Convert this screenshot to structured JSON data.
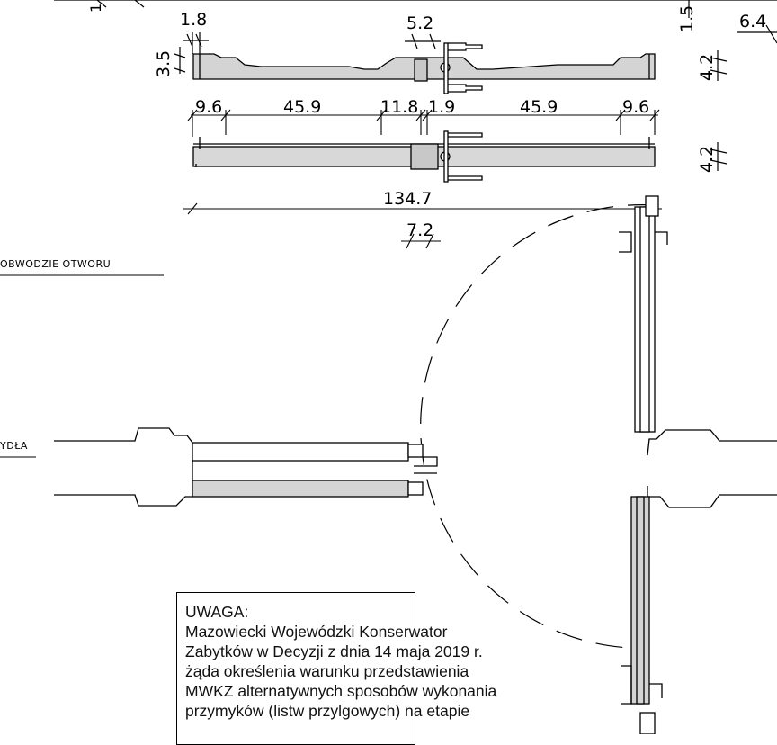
{
  "dimensions": {
    "top_left_small": "1",
    "d_1_8": "1.8",
    "d_5_2": "5.2",
    "d_1_5": "1.5",
    "d_6_4": "6.4",
    "d_3_5": "3.5",
    "d_4_2_a": "4.2",
    "d_4_2_b": "4.2",
    "d_9_6_left": "9.6",
    "d_45_9_left": "45.9",
    "d_11_8": "11.8",
    "d_1_9": "1.9",
    "d_45_9_right": "45.9",
    "d_9_6_right": "9.6",
    "d_134_7": "134.7",
    "d_7_2": "7.2"
  },
  "labels": {
    "opening_perimeter": "OBWODZIE OTWORU",
    "left_partial": "YDŁA"
  },
  "note": {
    "lines": [
      "UWAGA:",
      "Mazowiecki Wojewódzki Konserwator",
      "Zabytków w Decyzji z dnia 14 maja 2019 r.",
      "żąda określenia warunku przedstawienia",
      "MWKZ alternatywnych sposobów wykonania",
      "przymyków (listw przylgowych) na etapie"
    ]
  }
}
